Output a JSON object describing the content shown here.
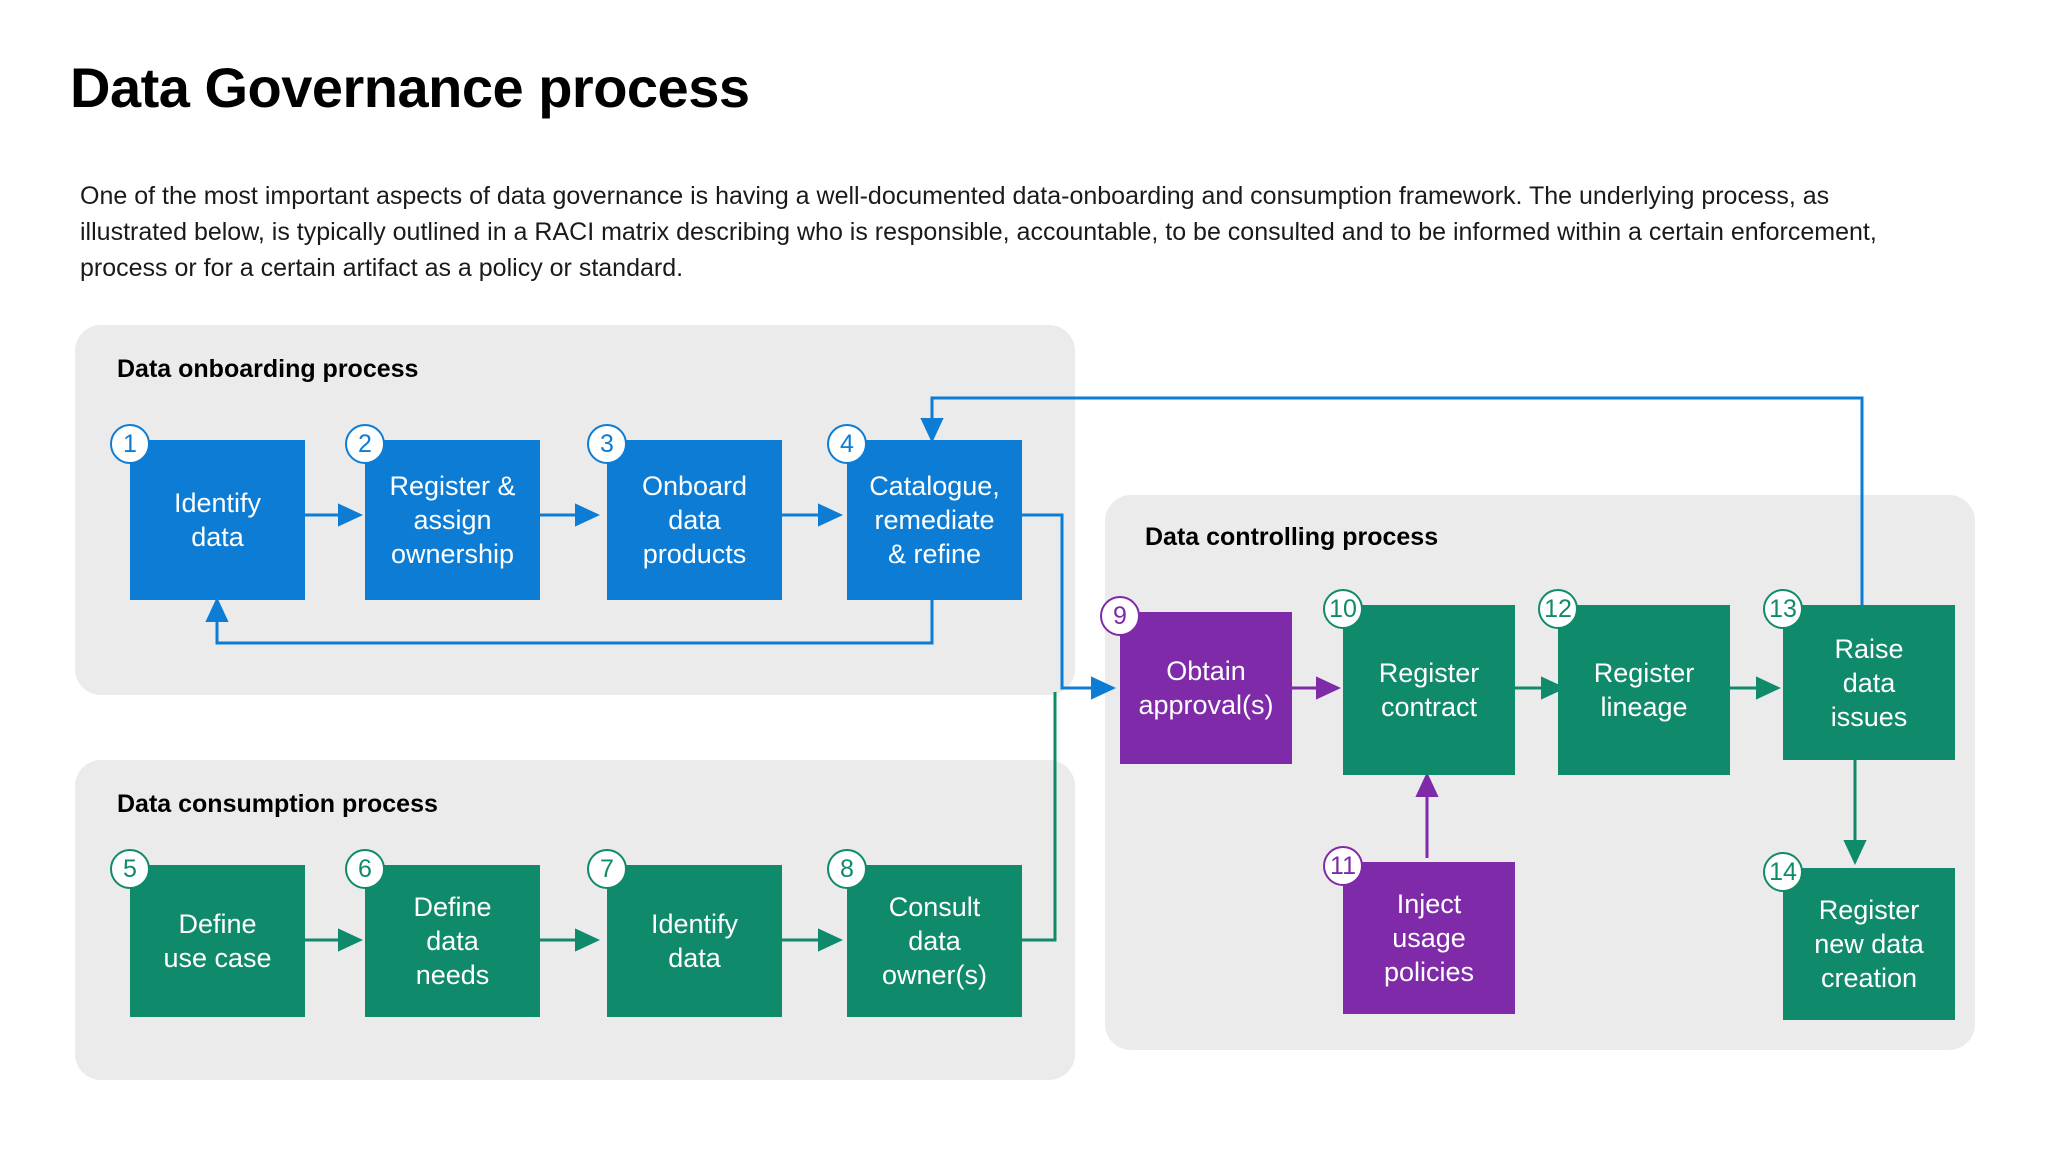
{
  "page": {
    "title": "Data Governance process",
    "intro": "One of the most important aspects of data governance is having a well-documented data-onboarding and consumption framework. The underlying process, as illustrated below, is typically outlined in a RACI matrix describing who is responsible, accountable, to be consulted and to be informed within a certain enforcement, process or for a certain artifact as a policy or standard."
  },
  "colors": {
    "blue": "#0c7cd5",
    "green": "#0f8a6b",
    "purple": "#7f2aa8",
    "panel": "#ebebeb",
    "background": "#ffffff",
    "text_dark": "#000000"
  },
  "groups": {
    "onboarding": {
      "title": "Data onboarding process"
    },
    "consumption": {
      "title": "Data consumption process"
    },
    "controlling": {
      "title": "Data controlling process"
    }
  },
  "nodes": [
    {
      "num": "1",
      "label": "Identify\ndata",
      "color": "blue",
      "group": "onboarding"
    },
    {
      "num": "2",
      "label": "Register &\nassign\nownership",
      "color": "blue",
      "group": "onboarding"
    },
    {
      "num": "3",
      "label": "Onboard\ndata\nproducts",
      "color": "blue",
      "group": "onboarding"
    },
    {
      "num": "4",
      "label": "Catalogue,\nremediate\n& refine",
      "color": "blue",
      "group": "onboarding"
    },
    {
      "num": "5",
      "label": "Define\nuse case",
      "color": "green",
      "group": "consumption"
    },
    {
      "num": "6",
      "label": "Define\ndata\nneeds",
      "color": "green",
      "group": "consumption"
    },
    {
      "num": "7",
      "label": "Identify\ndata",
      "color": "green",
      "group": "consumption"
    },
    {
      "num": "8",
      "label": "Consult\ndata\nowner(s)",
      "color": "green",
      "group": "consumption"
    },
    {
      "num": "9",
      "label": "Obtain\napproval(s)",
      "color": "purple",
      "group": "controlling"
    },
    {
      "num": "10",
      "label": "Register\ncontract",
      "color": "green",
      "group": "controlling"
    },
    {
      "num": "11",
      "label": "Inject\nusage\npolicies",
      "color": "purple",
      "group": "controlling"
    },
    {
      "num": "12",
      "label": "Register\nlineage",
      "color": "green",
      "group": "controlling"
    },
    {
      "num": "13",
      "label": "Raise\ndata\nissues",
      "color": "green",
      "group": "controlling"
    },
    {
      "num": "14",
      "label": "Register\nnew data\ncreation",
      "color": "green",
      "group": "controlling"
    }
  ],
  "connections": [
    {
      "from": "1",
      "to": "2",
      "color": "blue"
    },
    {
      "from": "2",
      "to": "3",
      "color": "blue"
    },
    {
      "from": "3",
      "to": "4",
      "color": "blue"
    },
    {
      "from": "4",
      "to": "1",
      "color": "blue"
    },
    {
      "from": "4",
      "to": "9",
      "color": "blue"
    },
    {
      "from": "5",
      "to": "6",
      "color": "green"
    },
    {
      "from": "6",
      "to": "7",
      "color": "green"
    },
    {
      "from": "7",
      "to": "8",
      "color": "green"
    },
    {
      "from": "8",
      "to": "9",
      "color": "green"
    },
    {
      "from": "9",
      "to": "10",
      "color": "purple"
    },
    {
      "from": "10",
      "to": "12",
      "color": "green"
    },
    {
      "from": "11",
      "to": "10",
      "color": "purple"
    },
    {
      "from": "12",
      "to": "13",
      "color": "green"
    },
    {
      "from": "13",
      "to": "14",
      "color": "green"
    },
    {
      "from": "13",
      "to": "4",
      "color": "blue"
    }
  ]
}
